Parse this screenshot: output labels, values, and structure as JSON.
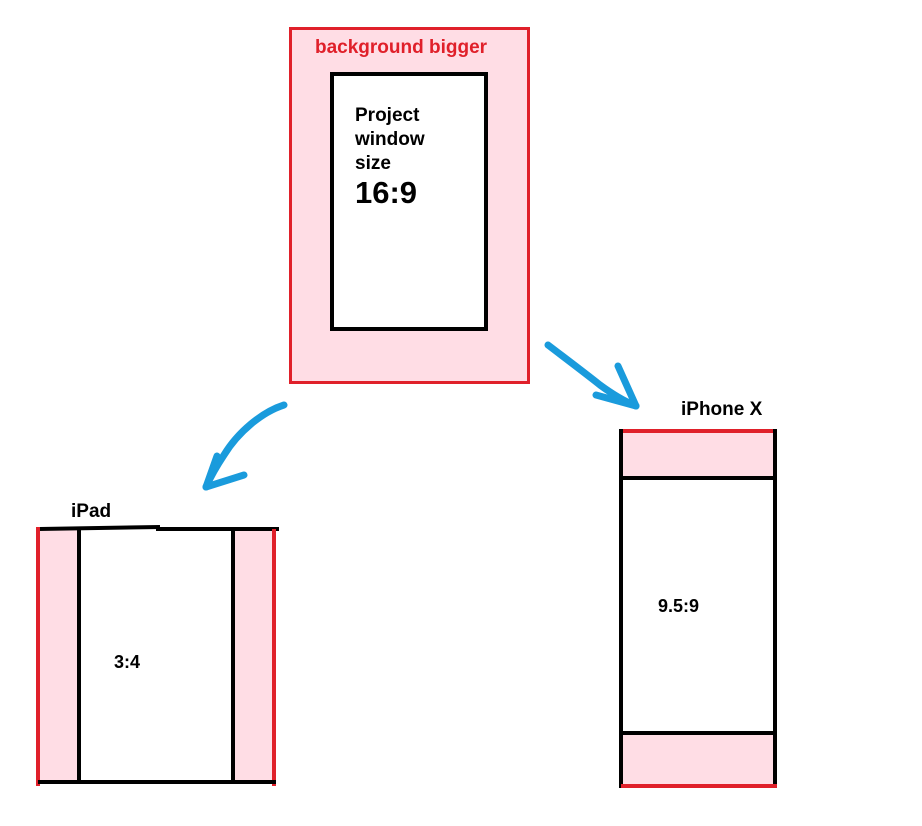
{
  "top_frame": {
    "title": "background bigger",
    "inner_text": "Project window size",
    "ratio": "16:9"
  },
  "ipad": {
    "label": "iPad",
    "ratio": "3:4"
  },
  "iphone": {
    "label": "iPhone X",
    "ratio": "9.5:9"
  },
  "colors": {
    "border_red": "#e0202a",
    "fill_pink": "#ffdde5",
    "arrow_blue": "#1a9bdc",
    "black": "#000000"
  }
}
